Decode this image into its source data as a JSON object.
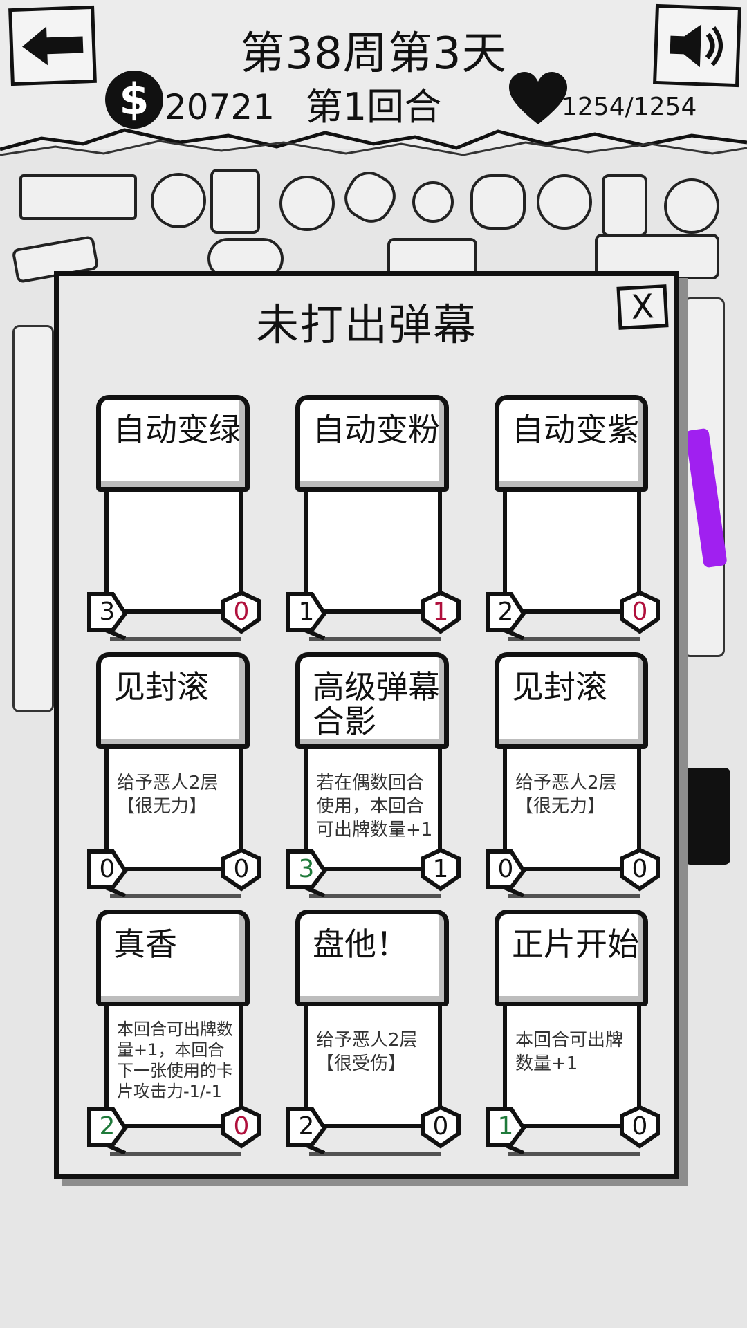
{
  "header": {
    "week_day": "第38周第3天",
    "round": "第1回合",
    "coin_symbol": "$",
    "money": "20721",
    "hp": "1254/1254"
  },
  "modal": {
    "title": "未打出弹幕",
    "close_label": "X"
  },
  "colors": {
    "red": "#b0103c",
    "green": "#1f7a3a",
    "black": "#111111",
    "purple": "#a020f0"
  },
  "cards": [
    {
      "name": "自动变绿",
      "desc": "",
      "cost": "3",
      "cost_color": "black",
      "power": "0",
      "power_color": "red"
    },
    {
      "name": "自动变粉",
      "desc": "",
      "cost": "1",
      "cost_color": "black",
      "power": "1",
      "power_color": "red"
    },
    {
      "name": "自动变紫",
      "desc": "",
      "cost": "2",
      "cost_color": "black",
      "power": "0",
      "power_color": "red"
    },
    {
      "name": "见封滚",
      "desc": "给予恶人2层【很无力】",
      "cost": "0",
      "cost_color": "black",
      "power": "0",
      "power_color": "black"
    },
    {
      "name": "高级弹幕合影",
      "desc": "若在偶数回合使用，本回合可出牌数量+1",
      "cost": "3",
      "cost_color": "green",
      "power": "1",
      "power_color": "black"
    },
    {
      "name": "见封滚",
      "desc": "给予恶人2层【很无力】",
      "cost": "0",
      "cost_color": "black",
      "power": "0",
      "power_color": "black"
    },
    {
      "name": "真香",
      "desc": "本回合可出牌数量+1，本回合下一张使用的卡片攻击力-1/-1",
      "cost": "2",
      "cost_color": "green",
      "power": "0",
      "power_color": "red"
    },
    {
      "name": "盘他！",
      "desc": "给予恶人2层【很受伤】",
      "cost": "2",
      "cost_color": "black",
      "power": "0",
      "power_color": "black"
    },
    {
      "name": "正片开始",
      "desc": "本回合可出牌数量+1",
      "cost": "1",
      "cost_color": "green",
      "power": "0",
      "power_color": "black"
    }
  ]
}
